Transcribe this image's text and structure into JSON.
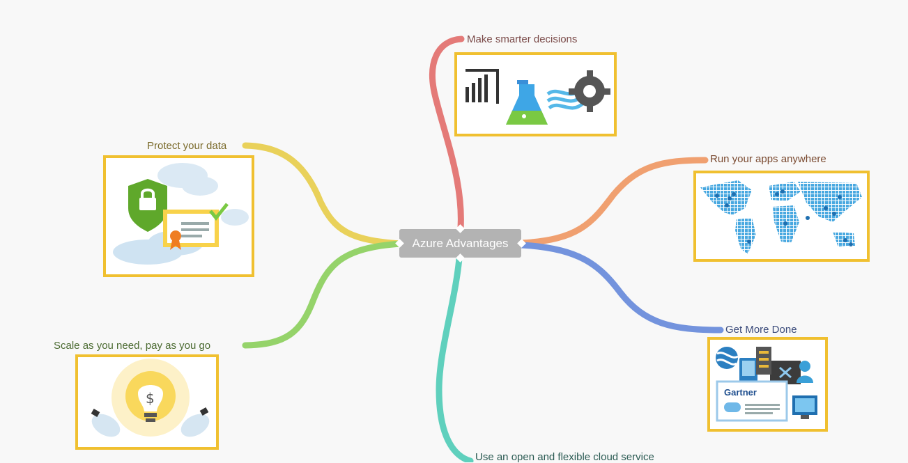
{
  "center": {
    "label": "Azure Advantages"
  },
  "branches": {
    "decisions": {
      "label": "Make smarter decisions",
      "color": "#e06b6b"
    },
    "protect": {
      "label": "Protect your data",
      "color": "#e7cc4f"
    },
    "run": {
      "label": "Run your apps anywhere",
      "color": "#ef9a6a"
    },
    "scale": {
      "label": "Scale as you need, pay as you go",
      "color": "#8fce5f"
    },
    "done": {
      "label": "Get More Done",
      "color": "#6f8fdb"
    },
    "open": {
      "label": "Use an open and flexible cloud service",
      "color": "#55cbb8"
    }
  },
  "cards": {
    "decisions": {
      "icons": [
        "power-bi-icon",
        "lab-flask-icon",
        "stream-gear-icon"
      ]
    },
    "protect": {
      "icons": [
        "shield-lock-icon",
        "certificate-icon",
        "cloud-icon"
      ]
    },
    "run": {
      "icons": [
        "world-map-icon"
      ]
    },
    "scale": {
      "icons": [
        "lightbulb-dollar-icon"
      ]
    },
    "done": {
      "icons": [
        "azure-sphere-icon",
        "server-icon",
        "devices-icon"
      ],
      "badge_text": "Gartner"
    }
  },
  "colors": {
    "card_border": "#f0c030",
    "center_bg": "#b3b3b3"
  }
}
